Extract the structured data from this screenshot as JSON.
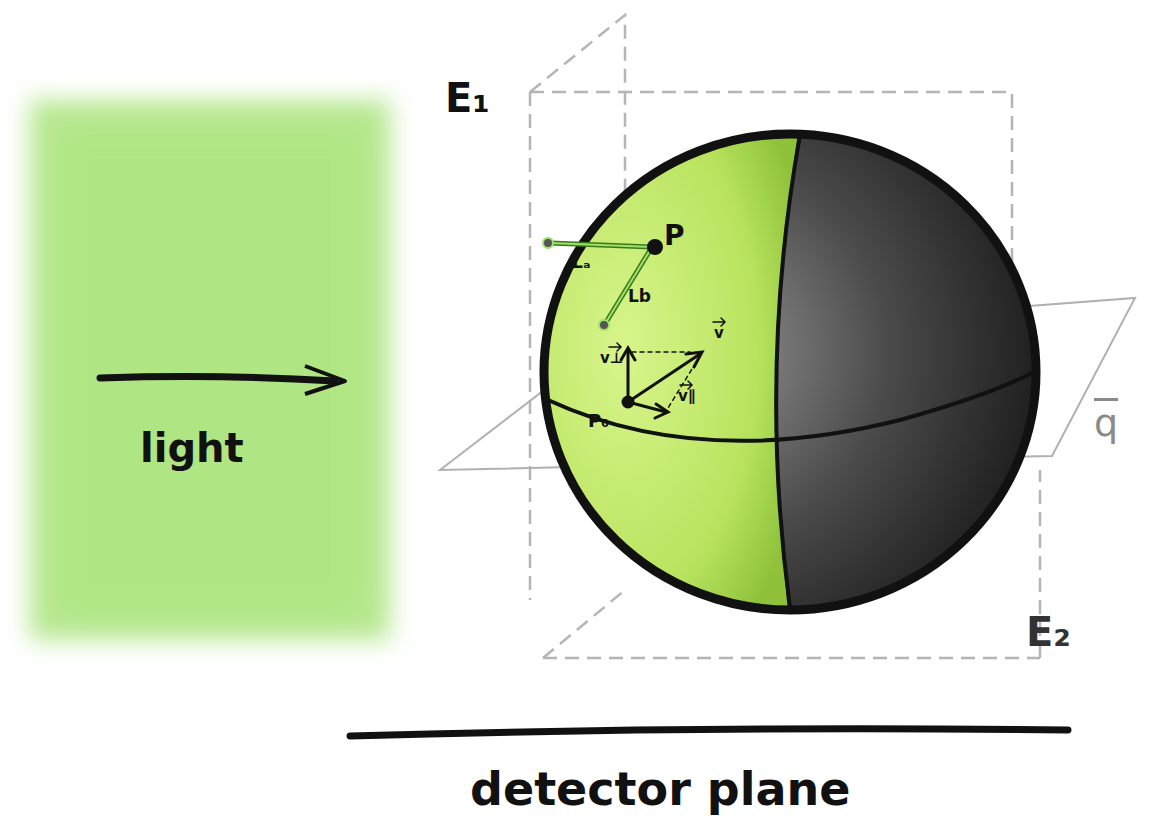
{
  "diagram": {
    "labels": [
      "E₁",
      "P",
      "Lₐ",
      "Lb",
      "v",
      "v⊥",
      "v∥",
      "P₀",
      "q",
      "E₂",
      "light",
      "detector plane"
    ]
  }
}
